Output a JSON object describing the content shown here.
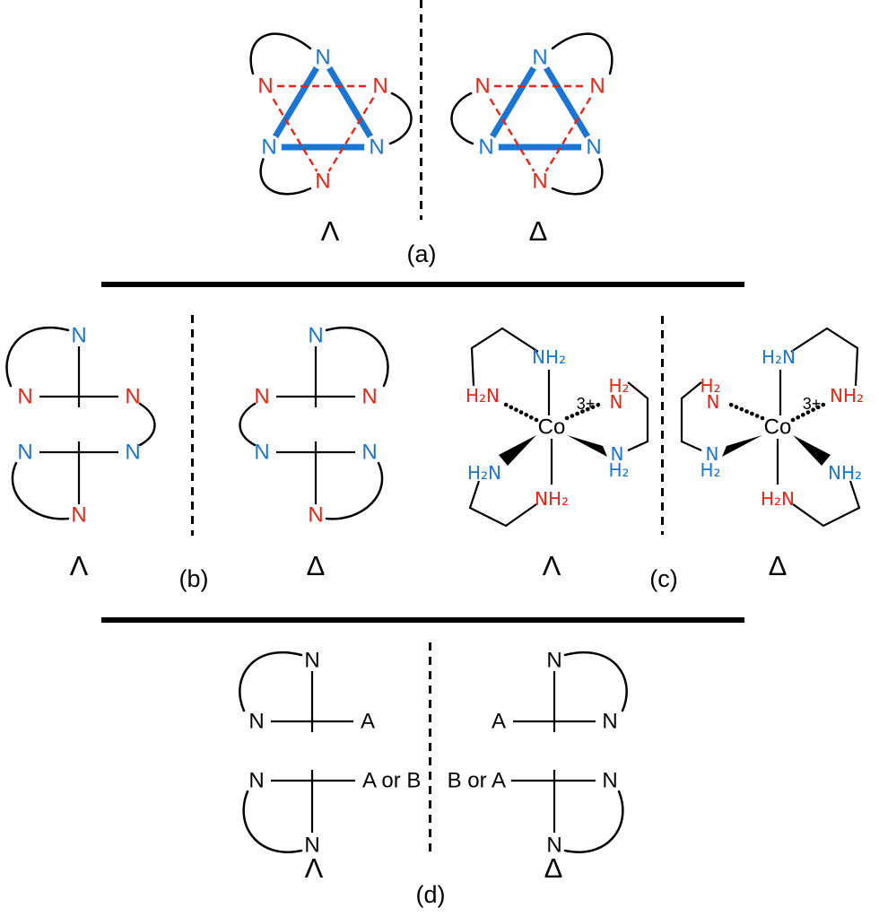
{
  "colors": {
    "blue": "#1b76d2",
    "red": "#ea2417",
    "black": "#000000"
  },
  "stereo": {
    "lambda": "Λ",
    "delta": "Δ"
  },
  "panels": {
    "a": "(a)",
    "b": "(b)",
    "c": "(c)",
    "d": "(d)"
  },
  "atoms": {
    "n": "N",
    "co": "Co",
    "charge": "3+",
    "nh2": "NH₂",
    "h2n": "H₂N",
    "h2": "H₂",
    "a": "A",
    "a_or_b": "A or B",
    "b_or_a": "B or A"
  }
}
